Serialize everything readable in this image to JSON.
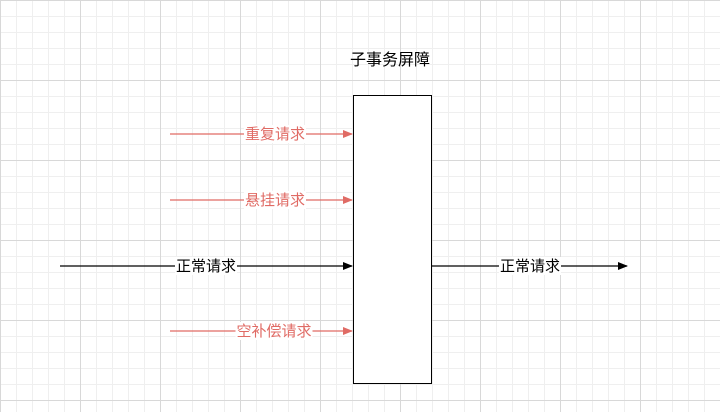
{
  "title": "子事务屏障",
  "labels": {
    "repeat": "重复请求",
    "pending": "悬挂请求",
    "normal_in": "正常请求",
    "compensate": "空补偿请求",
    "normal_out": "正常请求"
  },
  "colors": {
    "abnormal": "#e06b65",
    "normal": "#000000"
  }
}
